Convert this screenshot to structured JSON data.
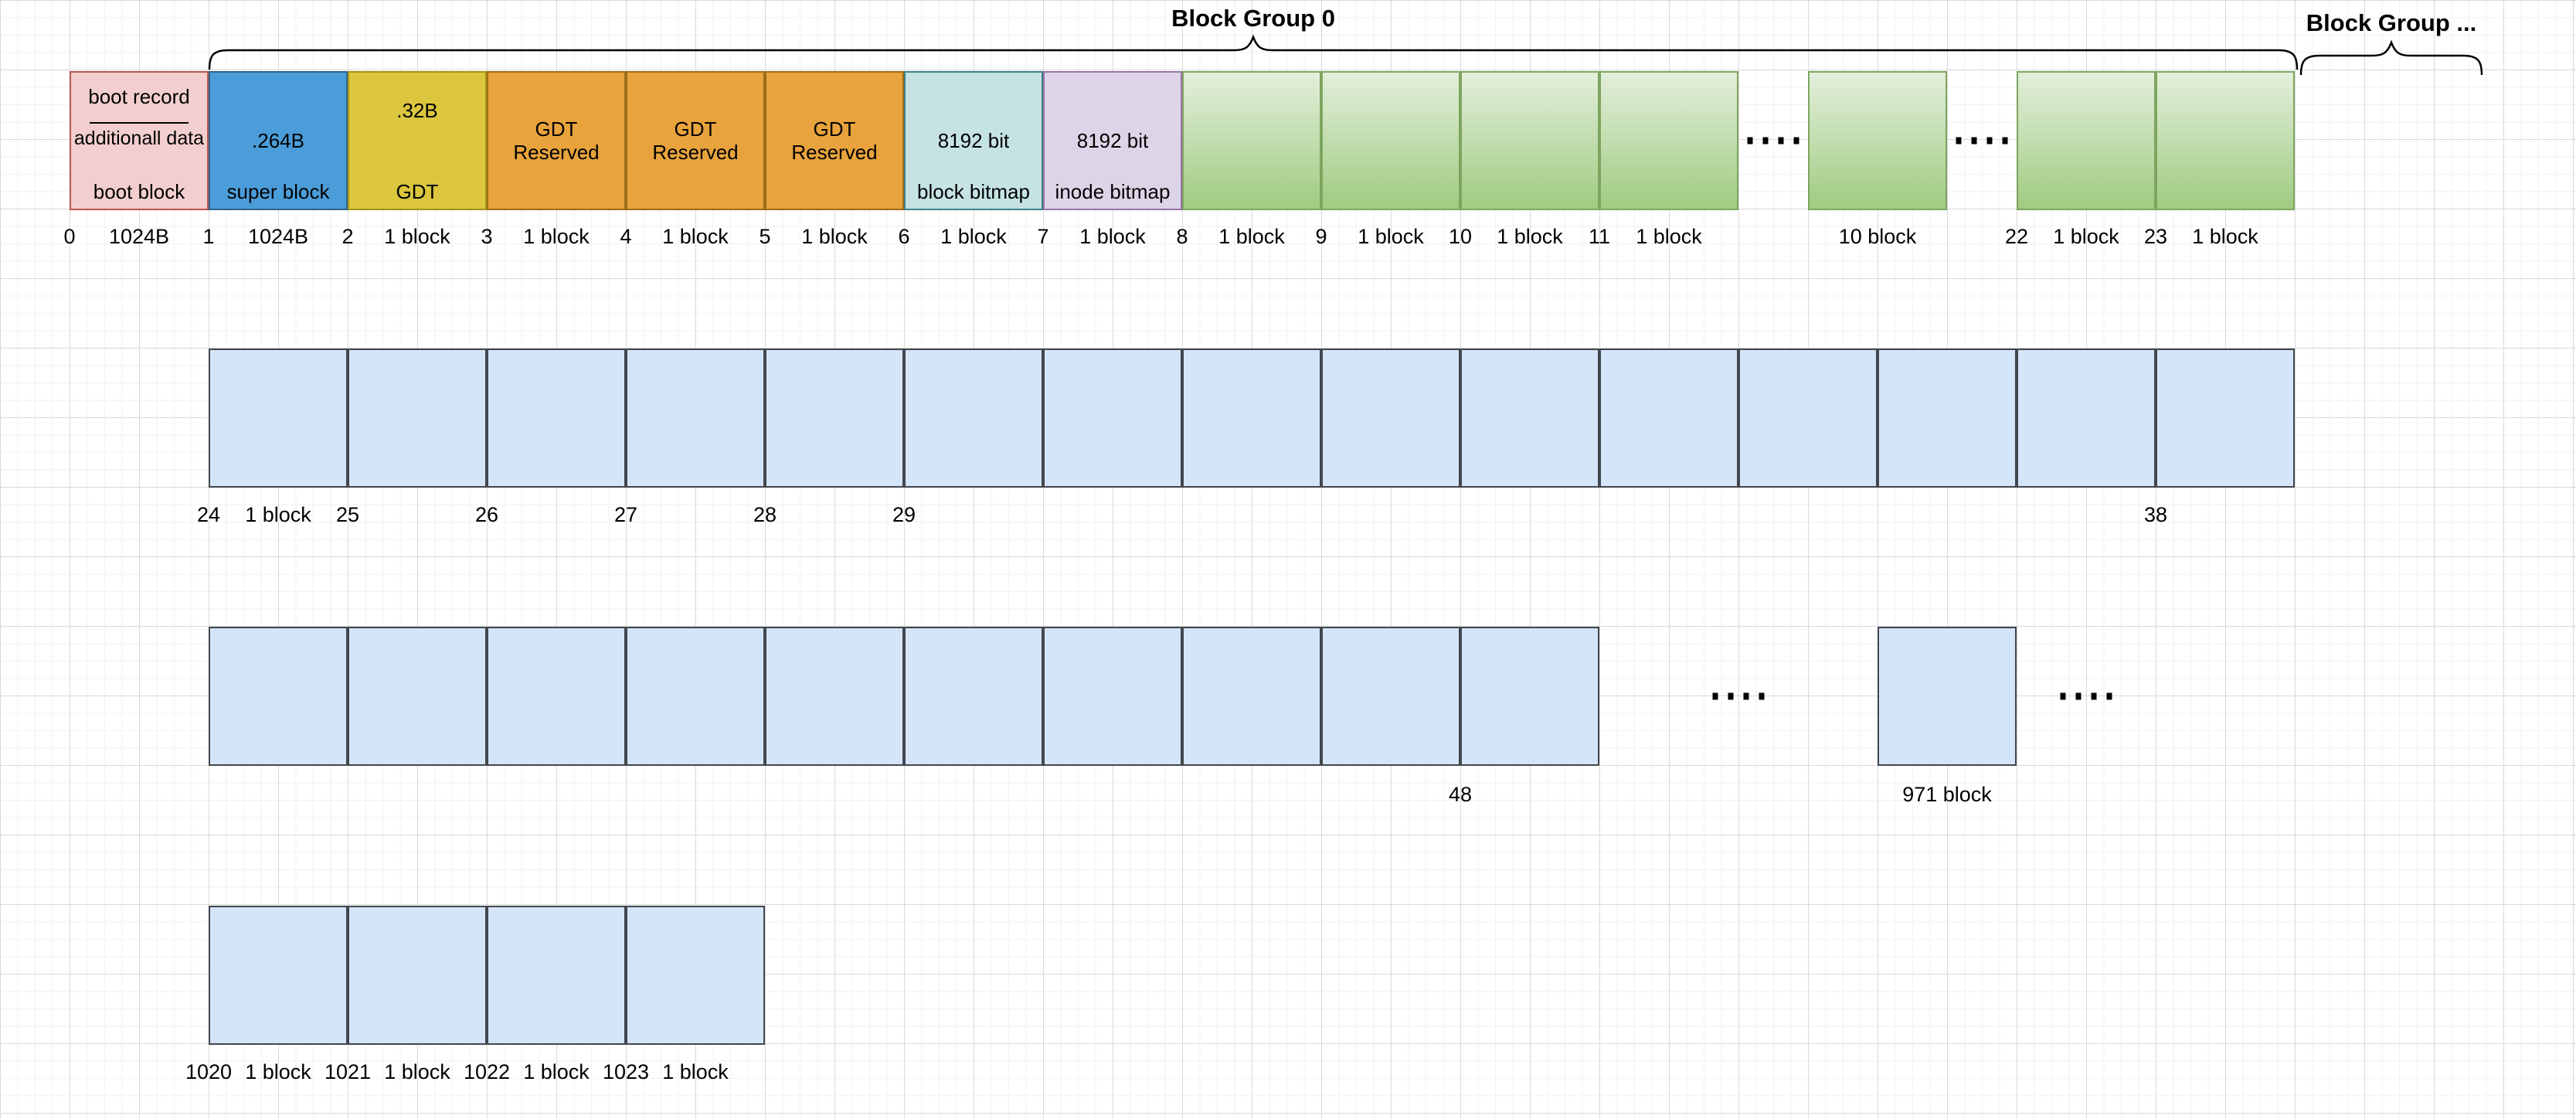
{
  "titles": {
    "group0": "Block Group 0",
    "group_next": "Block Group ..."
  },
  "colors": {
    "boot": {
      "fill": "#F2CFCE",
      "border": "#B85450"
    },
    "super": {
      "fill": "#4B9DD9",
      "border": "#30648C"
    },
    "gdt": {
      "fill": "#DBC63E",
      "border": "#A3931C"
    },
    "reserved": {
      "fill": "#E8A33C",
      "border": "#9E6C17"
    },
    "bbitmap": {
      "fill": "#C6E3E4",
      "border": "#3E8188"
    },
    "ibitmap": {
      "fill": "#DED4E7",
      "border": "#9673A6"
    },
    "green": {
      "fill_top": "#E3EFDB",
      "fill_bottom": "#A0CB81",
      "border": "#7EA55F"
    },
    "data": {
      "fill": "#D5E5F9",
      "border": "#42464D"
    },
    "brace": "#000000",
    "text": "#000000"
  },
  "rows": {
    "row1": {
      "items": [
        {
          "type": "cell",
          "style": "boot",
          "top": "boot record",
          "divider": true,
          "mid": "additionall data",
          "bot": "boot block",
          "index": "0",
          "size": "1024B"
        },
        {
          "type": "cell",
          "style": "super",
          "mid": ".264B",
          "bot": "super block",
          "index": "1",
          "size": "1024B"
        },
        {
          "type": "cell",
          "style": "gdt",
          "top": ".32B",
          "bot": "GDT",
          "index": "2",
          "size": "1 block"
        },
        {
          "type": "cell",
          "style": "reserved",
          "mid": [
            "GDT",
            "Reserved"
          ],
          "index": "3",
          "size": "1 block"
        },
        {
          "type": "cell",
          "style": "reserved",
          "mid": [
            "GDT",
            "Reserved"
          ],
          "index": "4",
          "size": "1 block"
        },
        {
          "type": "cell",
          "style": "reserved",
          "mid": [
            "GDT",
            "Reserved"
          ],
          "index": "5",
          "size": "1 block"
        },
        {
          "type": "cell",
          "style": "bbitmap",
          "mid": "8192 bit",
          "bot": "block bitmap",
          "index": "6",
          "size": "1 block"
        },
        {
          "type": "cell",
          "style": "ibitmap",
          "mid": "8192 bit",
          "bot": "inode bitmap",
          "index": "7",
          "size": "1 block"
        },
        {
          "type": "cell",
          "style": "green",
          "index": "8",
          "size": "1 block"
        },
        {
          "type": "cell",
          "style": "green",
          "index": "9",
          "size": "1 block"
        },
        {
          "type": "cell",
          "style": "green",
          "index": "10",
          "size": "1 block"
        },
        {
          "type": "cell",
          "style": "green",
          "index": "11",
          "size": "1 block"
        },
        {
          "type": "gap",
          "units": 0.5,
          "dots": true
        },
        {
          "type": "cell",
          "style": "green",
          "size": "10 block"
        },
        {
          "type": "gap",
          "units": 0.5,
          "dots": true
        },
        {
          "type": "cell",
          "style": "green",
          "index": "22",
          "size": "1 block"
        },
        {
          "type": "cell",
          "style": "green",
          "index": "23",
          "size": "1 block"
        }
      ]
    },
    "row2": {
      "items": [
        {
          "type": "cell",
          "style": "data",
          "index": "24",
          "size": "1 block"
        },
        {
          "type": "cell",
          "style": "data",
          "index": "25"
        },
        {
          "type": "cell",
          "style": "data",
          "index": "26"
        },
        {
          "type": "cell",
          "style": "data",
          "index": "27"
        },
        {
          "type": "cell",
          "style": "data",
          "index": "28"
        },
        {
          "type": "cell",
          "style": "data",
          "index": "29"
        },
        {
          "type": "cell",
          "style": "data"
        },
        {
          "type": "cell",
          "style": "data"
        },
        {
          "type": "cell",
          "style": "data"
        },
        {
          "type": "cell",
          "style": "data"
        },
        {
          "type": "cell",
          "style": "data"
        },
        {
          "type": "cell",
          "style": "data"
        },
        {
          "type": "cell",
          "style": "data"
        },
        {
          "type": "cell",
          "style": "data"
        },
        {
          "type": "cell",
          "style": "data",
          "index": "38"
        }
      ]
    },
    "row3": {
      "items": [
        {
          "type": "cell",
          "style": "data"
        },
        {
          "type": "cell",
          "style": "data"
        },
        {
          "type": "cell",
          "style": "data"
        },
        {
          "type": "cell",
          "style": "data"
        },
        {
          "type": "cell",
          "style": "data"
        },
        {
          "type": "cell",
          "style": "data"
        },
        {
          "type": "cell",
          "style": "data"
        },
        {
          "type": "cell",
          "style": "data"
        },
        {
          "type": "cell",
          "style": "data"
        },
        {
          "type": "cell",
          "style": "data",
          "index": "48"
        },
        {
          "type": "gap",
          "units": 2,
          "dots": true
        },
        {
          "type": "cell",
          "style": "data",
          "size": "971 block"
        },
        {
          "type": "gap",
          "units": 1,
          "dots": true
        }
      ]
    },
    "row4": {
      "items": [
        {
          "type": "cell",
          "style": "data",
          "index": "1020",
          "size": "1 block"
        },
        {
          "type": "cell",
          "style": "data",
          "index": "1021",
          "size": "1 block"
        },
        {
          "type": "cell",
          "style": "data",
          "index": "1022",
          "size": "1 block"
        },
        {
          "type": "cell",
          "style": "data",
          "index": "1023",
          "size": "1 block"
        }
      ]
    }
  }
}
